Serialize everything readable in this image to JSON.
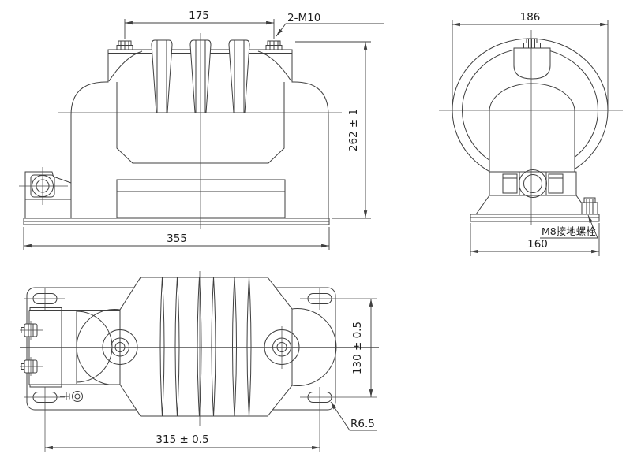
{
  "colors": {
    "background": "#ffffff",
    "line": "#3f3f3f",
    "text": "#1f1f1f"
  },
  "views": {
    "front": {
      "dims": {
        "terminal_pitch": "175",
        "overall_height": "262 ± 1",
        "base_width": "355"
      },
      "callouts": {
        "terminal_bolts": "2-M10"
      }
    },
    "side": {
      "dims": {
        "body_diameter": "186",
        "base_width": "160"
      },
      "callouts": {
        "ground_bolt": "M8接地螺栓"
      }
    },
    "plan": {
      "dims": {
        "hole_pitch_transverse": "130 ± 0.5",
        "hole_pitch_longitudinal": "315 ± 0.5"
      },
      "callouts": {
        "slot_radius": "R6.5"
      }
    }
  }
}
